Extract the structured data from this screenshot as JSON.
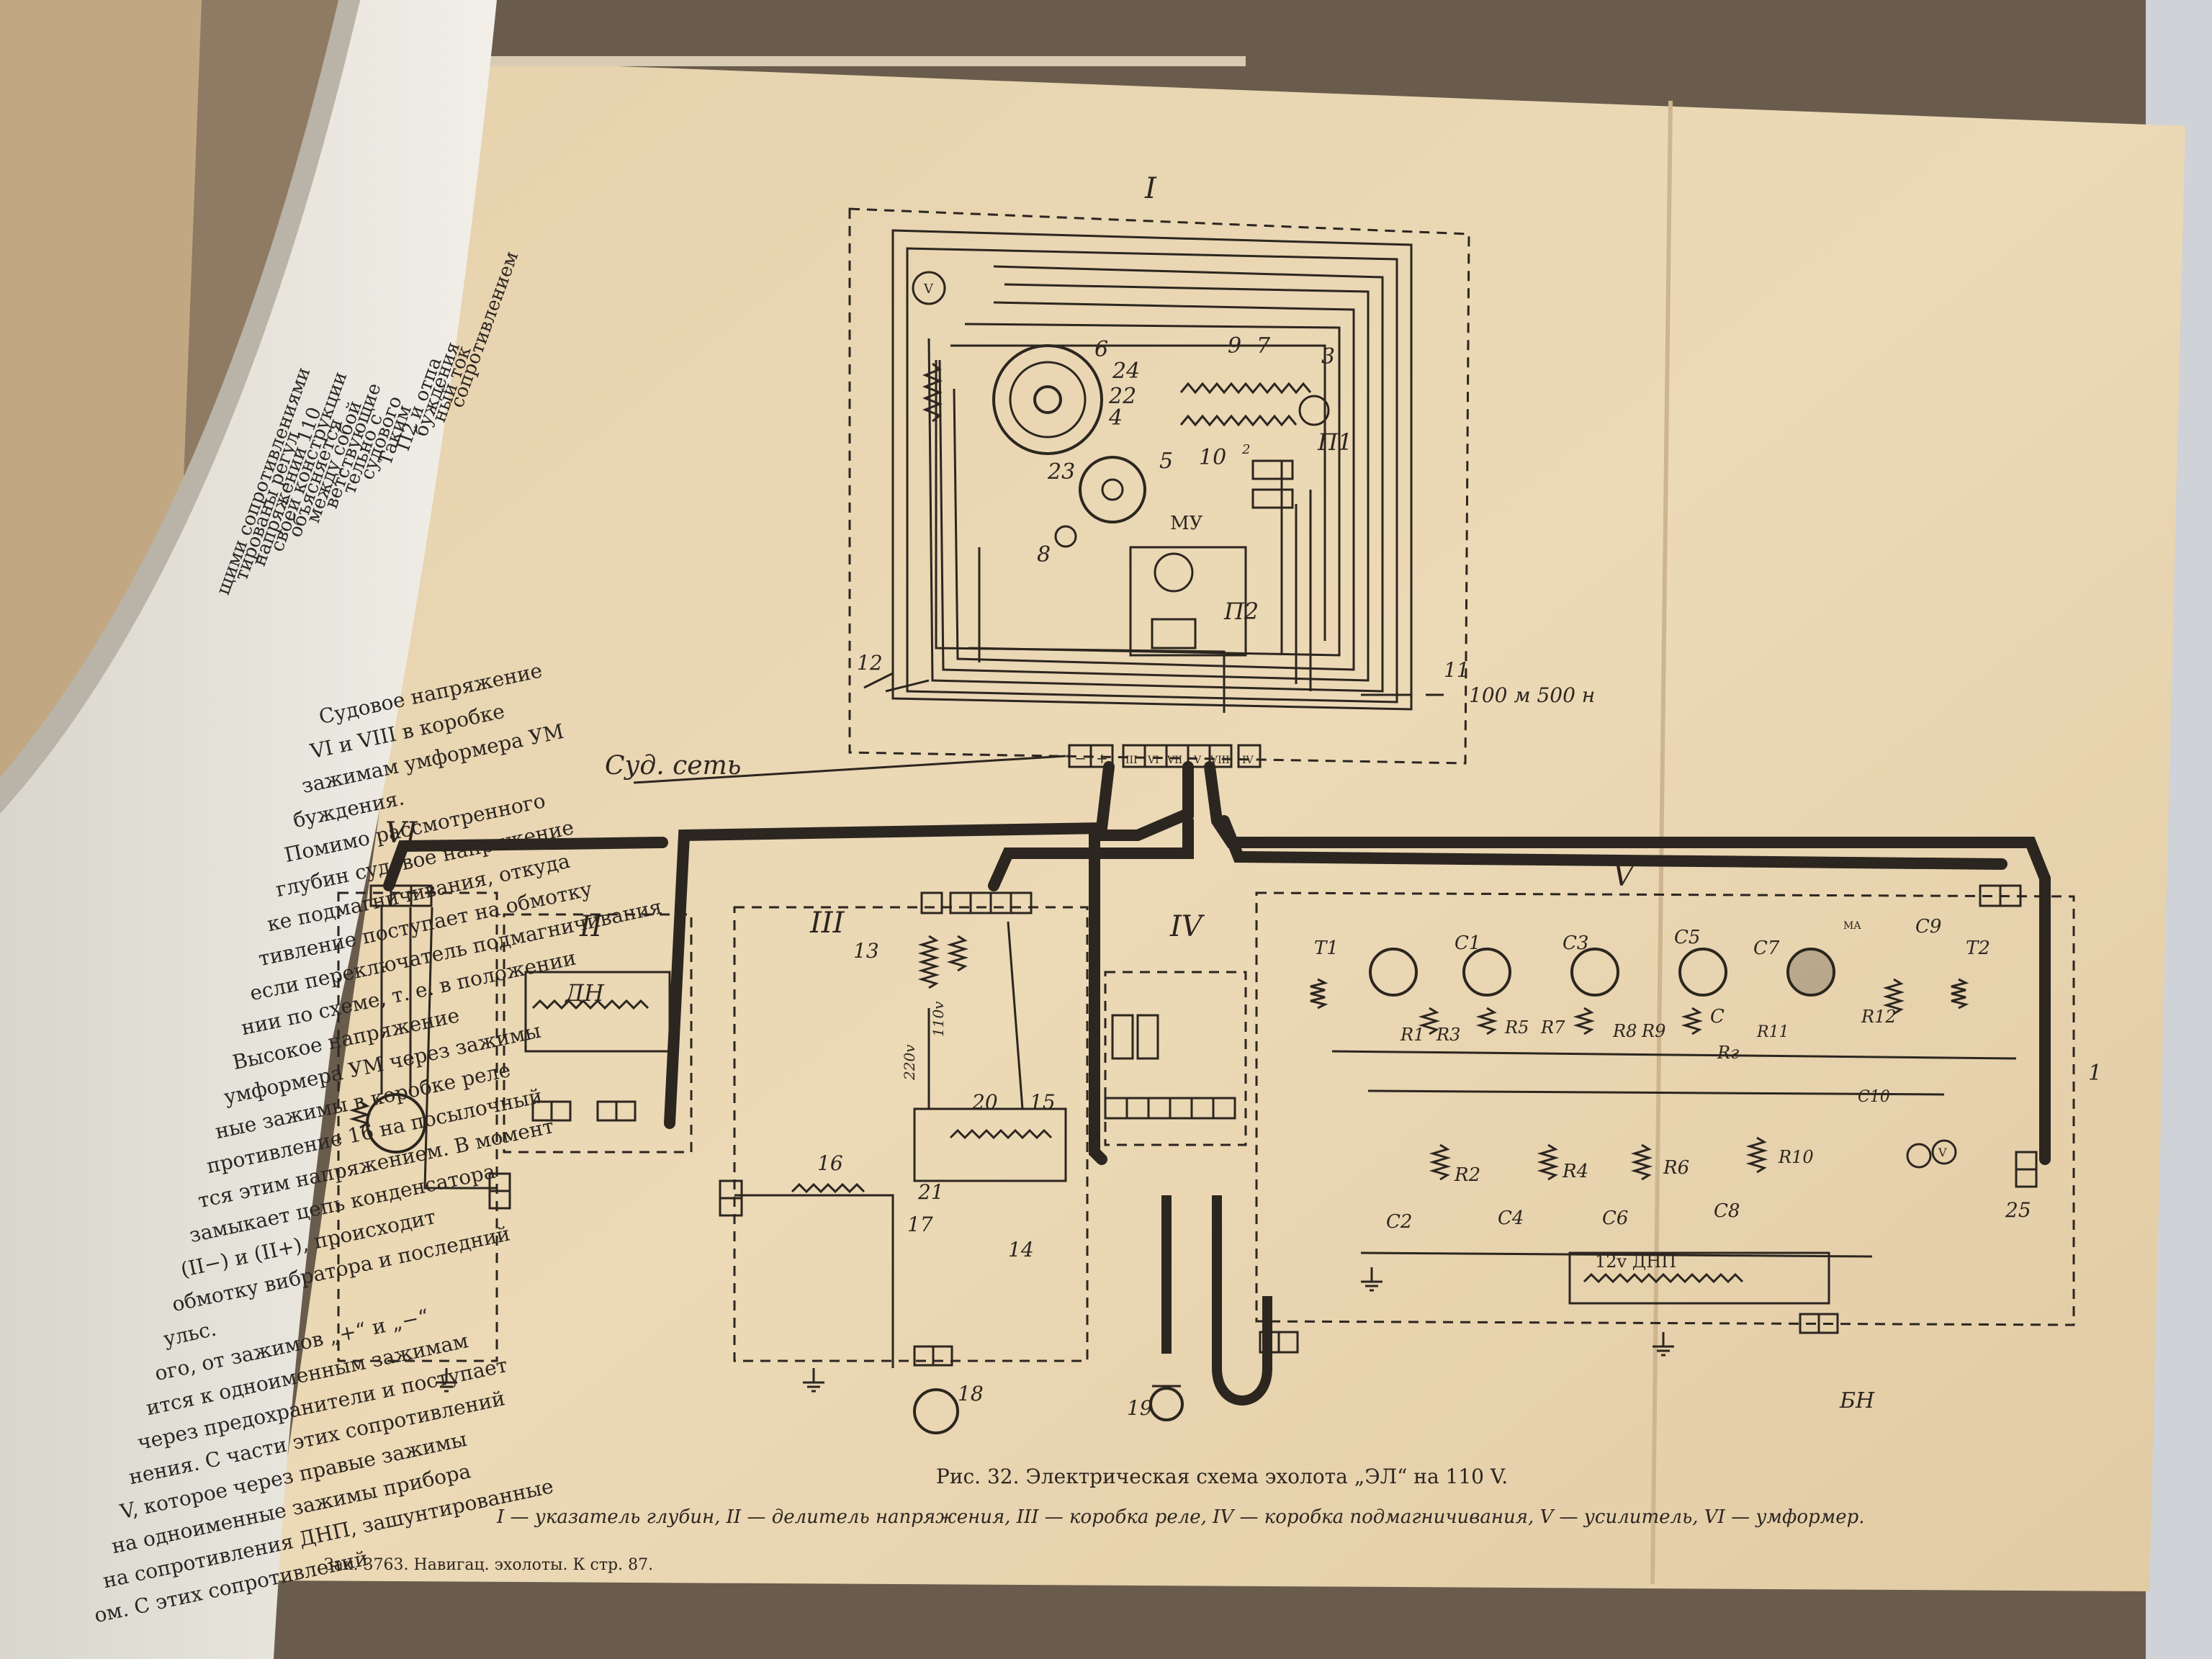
{
  "diagram": {
    "block_labels": {
      "I": "I",
      "II": "II",
      "III": "III",
      "IV": "IV",
      "V": "V",
      "VI": "VI"
    },
    "terminal_labels": [
      "−",
      "+",
      "III",
      "VI",
      "VII",
      "V",
      "VIII",
      "IV"
    ],
    "mains_label": "Суд. сеть",
    "range_label": "100 м  500 н",
    "relay_voltage_labels": [
      "220v",
      "110v"
    ],
    "mu_label": "МУ",
    "dn_label": "ДН",
    "dnp_label": "12v ДНП",
    "bn_label": "БН",
    "p1_label": "П1",
    "p2_label": "П2",
    "component_numbers": [
      "1",
      "2",
      "3",
      "4",
      "5",
      "6",
      "7",
      "8",
      "9",
      "10",
      "11",
      "12",
      "13",
      "14",
      "15",
      "16",
      "17",
      "18",
      "19",
      "20",
      "21",
      "22",
      "23",
      "24",
      "25"
    ],
    "amplifier_labels": [
      "T1",
      "T2",
      "C1",
      "C2",
      "C3",
      "C4",
      "C5",
      "C6",
      "C7",
      "C8",
      "C9",
      "C10",
      "R1",
      "R2",
      "R3",
      "R4",
      "R5",
      "R6",
      "R7",
      "R8",
      "R9",
      "R10",
      "R11",
      "R12",
      "Rг",
      "C",
      "MA",
      "V"
    ]
  },
  "caption": {
    "title": "Рис. 32. Электрическая схема эхолота „ЭЛ“ на 110 V.",
    "legend": "I — указатель глубин, II — делитель напряжения, III — коробка реле, IV — коробка подмагничивания, V — усилитель, VI — умформер."
  },
  "footer": "Зак. 3763. Навигац. эхолоты. К стр. 87.",
  "left_page_lines": [
    "сопротивлением",
    "ный ток",
    "буждения",
    "П2 и отпа",
    "Таким",
    "судового",
    "тельно с",
    "ветствующие",
    "между собой",
    "объясняется",
    "своей конструкции",
    "напряжении 110",
    "тированы регул",
    "щими сопротивлениями",
    "Судовое напряжение",
    "VI и VIII в коробке",
    "зажимам умформера УМ",
    "буждения.",
    "Помимо рассмотренного",
    "глубин судовое напряжение",
    "ке подмагничивания, откуда",
    "тивление поступает на обмотку",
    "если переключатель подмагничивания",
    "нии по схеме, т. е. в положении",
    "Высокое напряжение",
    "умформера УМ через зажимы",
    "ные зажимы в коробке реле",
    "противление 16 на посылочный",
    "тся этим напряжением. В момент",
    "замыкает цепь конденсатора",
    "(II−) и (II+), происходит",
    "обмотку вибратора и последний",
    "ульс.",
    "ого, от зажимов „+“ и „−“",
    "ится к одноименным зажимам",
    "через предохранители и поступает",
    "нения. С части этих сопротивлений",
    "V, которое через правые зажимы",
    "на одноименные зажимы прибора",
    "на сопротивления ДНП, зашунтированные",
    "ом. С этих сопротивлений"
  ]
}
